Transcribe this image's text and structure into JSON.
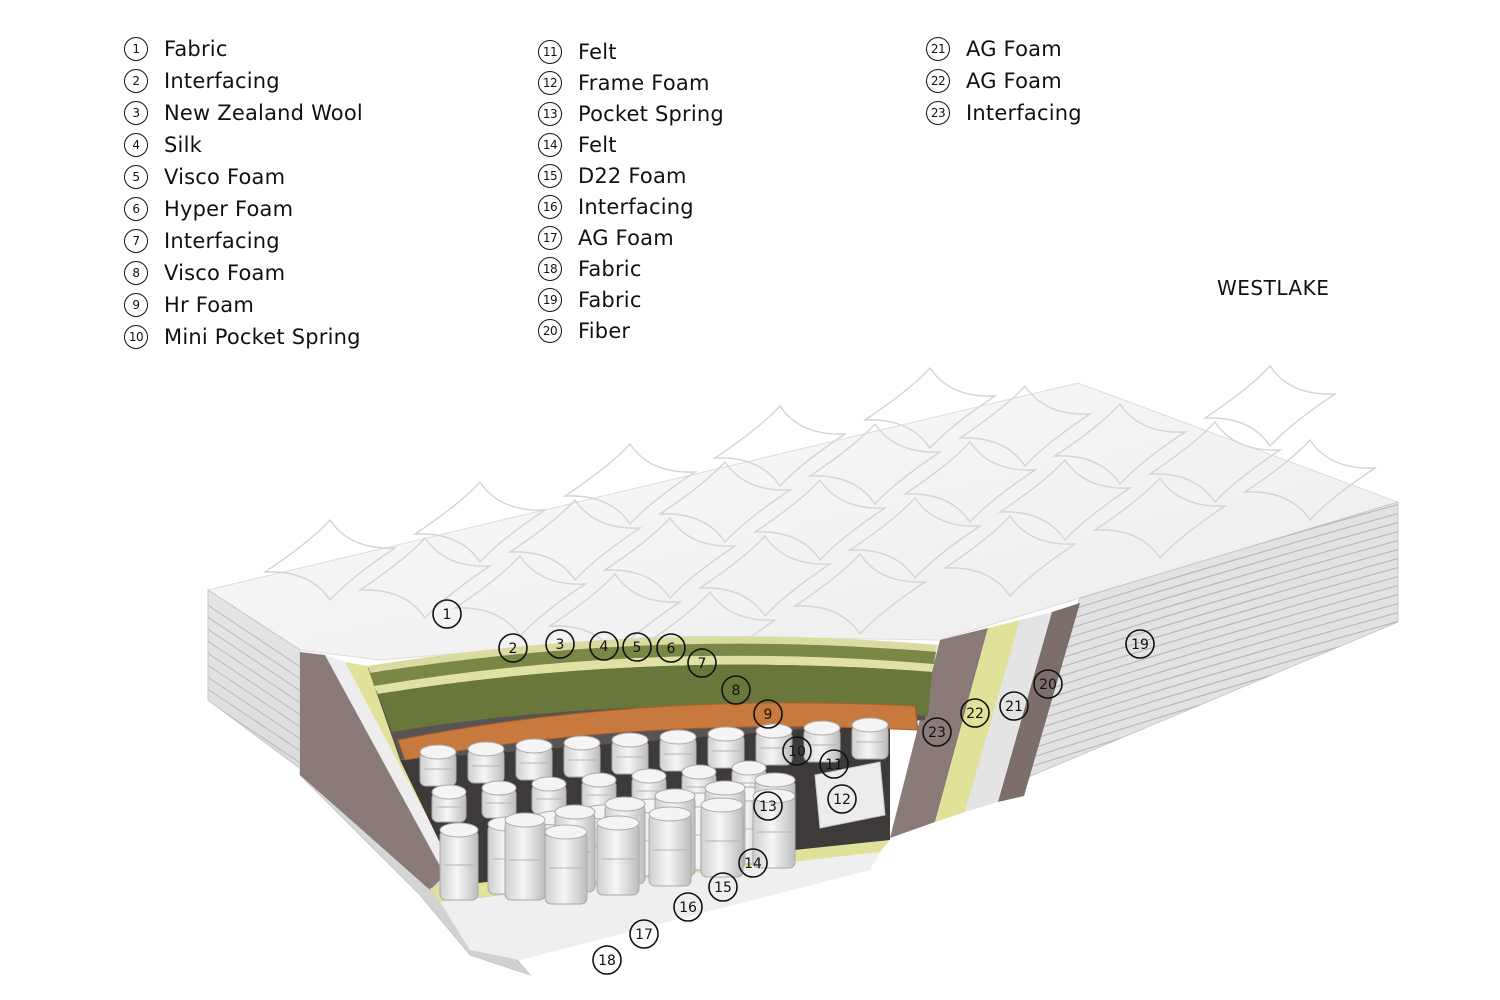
{
  "legend": {
    "col1": [
      {
        "num": "1",
        "label": "Fabric"
      },
      {
        "num": "2",
        "label": "Interfacing"
      },
      {
        "num": "3",
        "label": "New Zealand Wool"
      },
      {
        "num": "4",
        "label": "Silk"
      },
      {
        "num": "5",
        "label": "Visco Foam"
      },
      {
        "num": "6",
        "label": "Hyper Foam"
      },
      {
        "num": "7",
        "label": "Interfacing"
      },
      {
        "num": "8",
        "label": "Visco Foam"
      },
      {
        "num": "9",
        "label": "Hr Foam"
      },
      {
        "num": "10",
        "label": "Mini Pocket Spring"
      }
    ],
    "col2": [
      {
        "num": "11",
        "label": "Felt"
      },
      {
        "num": "12",
        "label": "Frame Foam"
      },
      {
        "num": "13",
        "label": "Pocket Spring"
      },
      {
        "num": "14",
        "label": "Felt"
      },
      {
        "num": "15",
        "label": "D22 Foam"
      },
      {
        "num": "16",
        "label": "Interfacing"
      },
      {
        "num": "17",
        "label": "AG Foam"
      },
      {
        "num": "18",
        "label": "Fabric"
      },
      {
        "num": "19",
        "label": "Fabric"
      },
      {
        "num": "20",
        "label": "Fiber"
      }
    ],
    "col3": [
      {
        "num": "21",
        "label": "AG Foam"
      },
      {
        "num": "22",
        "label": "AG Foam"
      },
      {
        "num": "23",
        "label": "Interfacing"
      }
    ]
  },
  "brand": "WESTLAKE",
  "callouts": [
    "1",
    "2",
    "3",
    "4",
    "5",
    "6",
    "7",
    "8",
    "9",
    "10",
    "11",
    "12",
    "13",
    "14",
    "15",
    "16",
    "17",
    "18",
    "19",
    "20",
    "21",
    "22",
    "23"
  ],
  "colors": {
    "fabric": "#f2f2f2",
    "brown_layer": "#8a7a78",
    "yellow_layer": "#e0e29a",
    "green_layer": "#6f7c3c",
    "hr_foam": "#c8793e",
    "felt": "#4a4444",
    "springs": "#e8e8e8"
  }
}
